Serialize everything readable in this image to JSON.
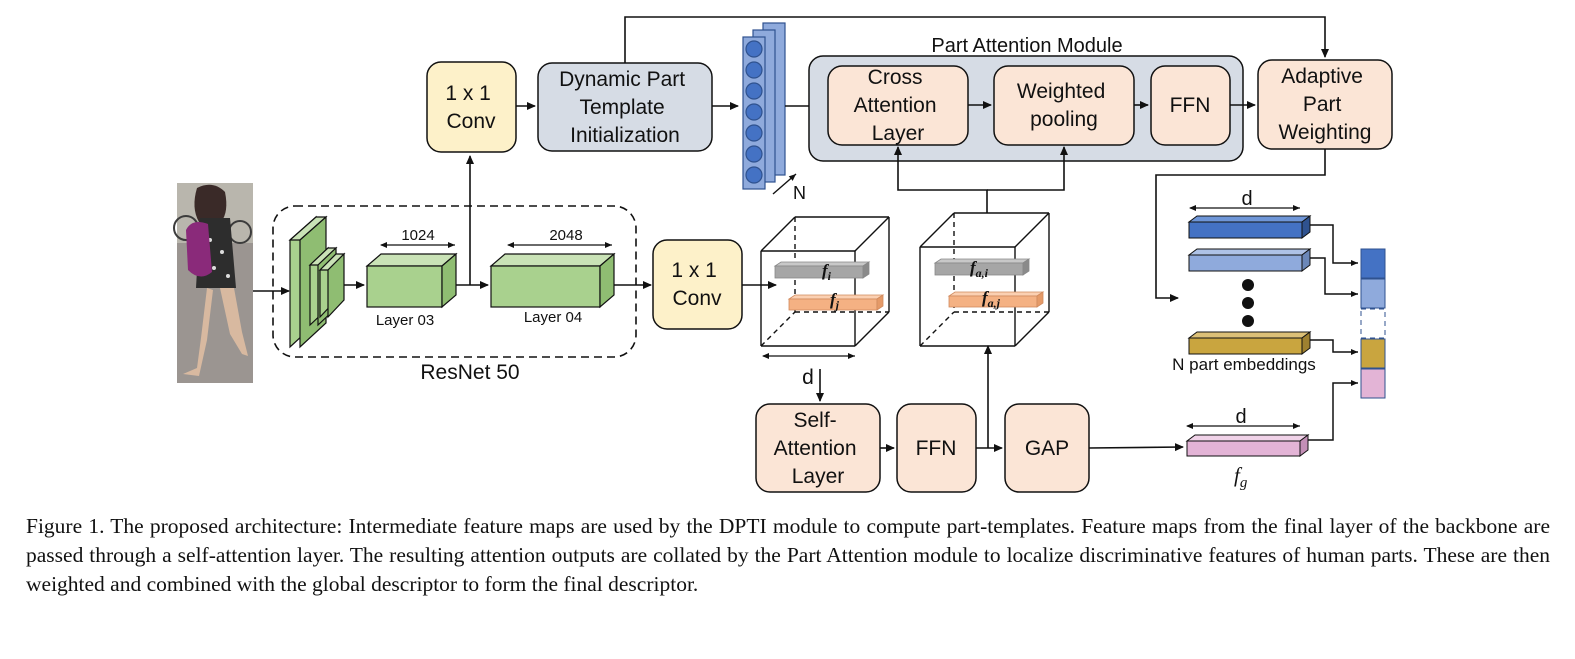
{
  "diagram": {
    "boxes": {
      "conv_top": [
        "1 x 1",
        "Conv"
      ],
      "dpti": [
        "Dynamic Part",
        "Template",
        "Initialization"
      ],
      "pam_title": "Part Attention Module",
      "cross_attn": [
        "Cross",
        "Attention",
        "Layer"
      ],
      "weighted_pool": [
        "Weighted",
        "pooling"
      ],
      "ffn_top": "FFN",
      "adaptive": [
        "Adaptive",
        "Part",
        "Weighting"
      ],
      "conv_mid": [
        "1 x 1",
        "Conv"
      ],
      "self_attn": [
        "Self-",
        "Attention",
        "Layer"
      ],
      "ffn_bottom": "FFN",
      "gap": "GAP"
    },
    "resnet": {
      "label": "ResNet 50",
      "layer03": "Layer 03",
      "layer04": "Layer 04",
      "dim03": "1024",
      "dim04": "2048"
    },
    "templates_n": "N",
    "cube1": {
      "f_i": "f",
      "f_i_sub": "i",
      "f_j": "f",
      "f_j_sub": "j",
      "d": "d"
    },
    "cube2": {
      "f_ai": "f",
      "f_ai_sub": "a,i",
      "f_aj": "f",
      "f_aj_sub": "a,j"
    },
    "embeddings": {
      "d": "d",
      "label": "N part embeddings"
    },
    "global": {
      "d": "d",
      "label": "f",
      "label_sub": "g"
    },
    "colors": {
      "yellow": "#fdf1c9",
      "grey_blue": "#d6dce5",
      "peach": "#fbe5d6",
      "green": "#a9d18e",
      "blue_dark": "#4472c4",
      "blue_light": "#8faadc",
      "gold": "#c9a53f",
      "pink": "#e3b4d6"
    }
  },
  "caption": "Figure 1. The proposed architecture: Intermediate feature maps are used by the DPTI module to compute part-templates. Feature maps from the final layer of the backbone are passed through a self-attention layer. The resulting attention outputs are collated by the Part Attention module to localize discriminative features of human parts. These are then weighted and combined with the global descriptor to form the final descriptor."
}
